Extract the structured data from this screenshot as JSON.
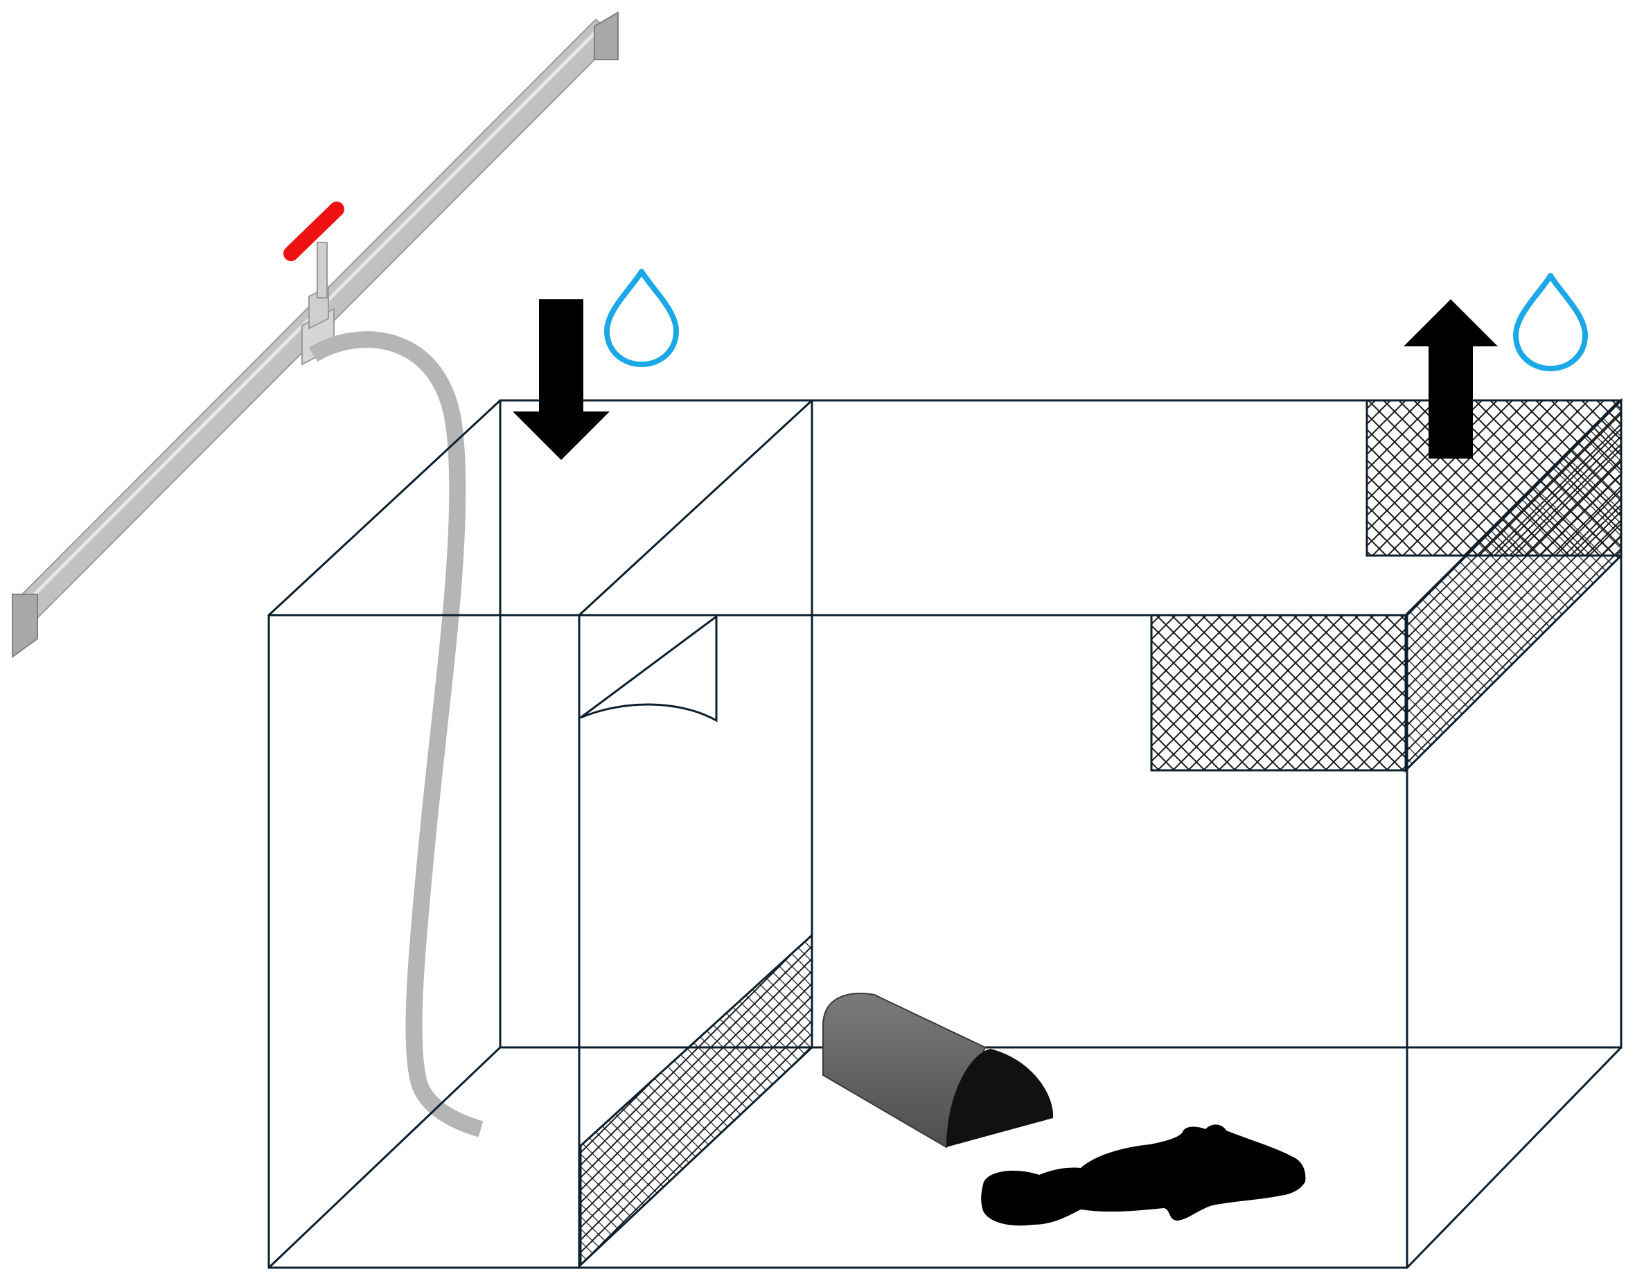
{
  "figure": {
    "kind": "aquarium-flow-through-setup",
    "components": [
      "supply-pipe",
      "valve-handle",
      "inflow-hose",
      "tank",
      "divider-panel",
      "baffle-flap",
      "mesh-screen-divider",
      "outflow-mesh-screen",
      "shelter-tube",
      "fish-silhouette"
    ],
    "icons": {
      "inflow_arrow": "arrow-down-icon",
      "outflow_arrow": "arrow-up-icon",
      "water_drops": "water-drop-icon"
    },
    "flow": {
      "inflow_direction": "down",
      "outflow_direction": "up"
    }
  },
  "colors": {
    "tank_lines": "#0b1f2e",
    "pipe": "#c2c2c2",
    "pipe_highlight": "#e6e6e6",
    "pipe_shadow": "#8e8e8e",
    "valve": "#ee1111",
    "hose": "#b5b5b5",
    "arrow": "#000000",
    "water_drop": "#1aa9e6",
    "shelter_body": "#6a6a6a",
    "shelter_end": "#111111",
    "fish": "#000000",
    "mesh": "#1a1a1a"
  }
}
